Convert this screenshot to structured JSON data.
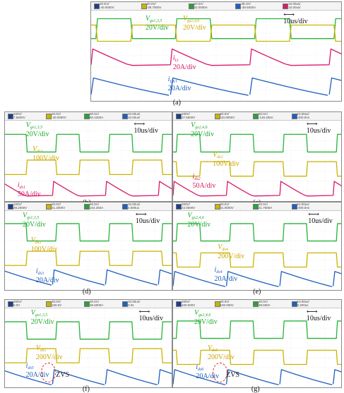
{
  "figure": {
    "panels": [
      {
        "id": "a",
        "caption": "(a)",
        "box": [
          128,
          2,
          354,
          140
        ],
        "status_bar": [
          "20 EV/",
          "-40.0000V",
          "20.0V/",
          "-39.7500V",
          "20.0A/",
          "42.0000A",
          "3E.0A/",
          "-39.5000A",
          "10.00us/",
          "10.00us/"
        ],
        "time_div": "10us/div",
        "labels": [
          {
            "sym": "V",
            "sub": "gs1,3,5",
            "text": "20V/div",
            "color": "green"
          },
          {
            "sym": "V",
            "sub": "gs2,4,6",
            "text": "20V/div",
            "color": "yellow"
          },
          {
            "sym": "i",
            "sub": "Lt",
            "text": "20A/div",
            "color": "red"
          },
          {
            "sym": "i",
            "sub": "LK1",
            "text": "20A/div",
            "color": "blue"
          }
        ]
      },
      {
        "id": "b",
        "caption": "(b)",
        "box": [
          6,
          158,
          236,
          126
        ],
        "status_bar": [
          "100V/",
          "7.5600V",
          "20.0V/",
          "-40.0000V",
          "50.0A/",
          "50.4250A",
          "10.00us/",
          "10.00us/"
        ],
        "time_div": "10us/div",
        "labels": [
          {
            "sym": "V",
            "sub": "gs1,3,5",
            "text": "20V/div",
            "color": "green"
          },
          {
            "sym": "V",
            "sub": "ds1",
            "text": "100V/div",
            "color": "yellow"
          },
          {
            "sym": "i",
            "sub": "ds1",
            "text": "50A/div",
            "color": "red"
          }
        ]
      },
      {
        "id": "c",
        "caption": "(c)",
        "box": [
          244,
          158,
          238,
          126
        ],
        "status_bar": [
          "100V/",
          "37.5600V",
          "20.0V/",
          "-40.0000V",
          "50.0A/",
          "-146.250A",
          "10.00us/",
          "-400.0ns"
        ],
        "time_div": "10us/div",
        "labels": [
          {
            "sym": "V",
            "sub": "gs2,4,6",
            "text": "20V/div",
            "color": "green"
          },
          {
            "sym": "V",
            "sub": "ds2",
            "text": "100V/div",
            "color": "yellow"
          },
          {
            "sym": "i",
            "sub": "ds2",
            "text": "50A/div",
            "color": "red"
          }
        ]
      },
      {
        "id": "d",
        "caption": "(d)",
        "box": [
          6,
          286,
          236,
          124
        ],
        "status_bar": [
          "100V/",
          "39.2000V",
          "20.0V/",
          "41.2000V",
          "50.0A/",
          "104.250A",
          "10.00us/",
          "4.000us"
        ],
        "time_div": "10us/div",
        "labels": [
          {
            "sym": "V",
            "sub": "gs1,3,5",
            "text": "20V/div",
            "color": "green"
          },
          {
            "sym": "V",
            "sub": "ds3",
            "text": "100V/div",
            "color": "yellow"
          },
          {
            "sym": "i",
            "sub": "ds3",
            "text": "20A/div",
            "color": "blue"
          }
        ]
      },
      {
        "id": "e",
        "caption": "(e)",
        "box": [
          244,
          286,
          238,
          124
        ],
        "status_bar": [
          "200V/",
          "34.0000V",
          "20.0V/",
          "41.0000V",
          "20.0A/",
          "41.7500A",
          "10.00us/",
          "-400.0ns"
        ],
        "time_div": "10us/div",
        "labels": [
          {
            "sym": "V",
            "sub": "gs2,4,6",
            "text": "20V/div",
            "color": "green"
          },
          {
            "sym": "V",
            "sub": "ds4",
            "text": "200V/div",
            "color": "yellow"
          },
          {
            "sym": "i",
            "sub": "ds4",
            "text": "20A/div",
            "color": "blue"
          }
        ]
      },
      {
        "id": "f",
        "caption": "(f)",
        "box": [
          6,
          424,
          236,
          124
        ],
        "status_bar": [
          "200V/",
          "0.0V",
          "20.0V/",
          "100.0V",
          "20.0A/",
          "36.5000A",
          "10.00us/",
          "0.0s"
        ],
        "time_div": "10us/div",
        "zvs": "ZVS",
        "labels": [
          {
            "sym": "V",
            "sub": "gs1,3,5",
            "text": "20V/div",
            "color": "green"
          },
          {
            "sym": "V",
            "sub": "ds5",
            "text": "200V/div",
            "color": "yellow"
          },
          {
            "sym": "i",
            "sub": "ds5",
            "text": "20A/div",
            "color": "blue"
          }
        ]
      },
      {
        "id": "g",
        "caption": "(g)",
        "box": [
          244,
          424,
          238,
          124
        ],
        "status_bar": [
          "200V/",
          "100.000V",
          "20.0V/",
          "100.000V",
          "20.0A/",
          "38.500A",
          "10.00us/",
          "0.200us"
        ],
        "time_div": "10us/div",
        "zvs": "ZVS",
        "labels": [
          {
            "sym": "V",
            "sub": "gs2,4,6",
            "text": "20V/div",
            "color": "green"
          },
          {
            "sym": "V",
            "sub": "ds6",
            "text": "200V/div",
            "color": "yellow"
          },
          {
            "sym": "i",
            "sub": "ds6",
            "text": "20A/div",
            "color": "blue"
          }
        ]
      }
    ]
  }
}
